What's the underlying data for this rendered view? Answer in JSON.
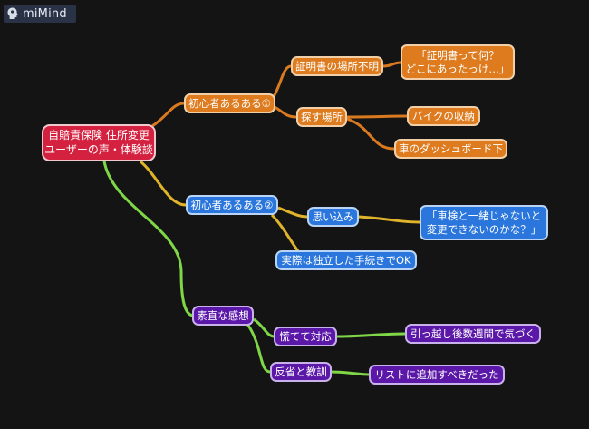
{
  "app": {
    "title": "miMind",
    "logo_icon": "bulb-head-icon"
  },
  "colors": {
    "background": "#141414",
    "root": "#d4213f",
    "branch_orange": "#dd7b1e",
    "branch_blue": "#2a76dc",
    "branch_purple": "#5a17a8",
    "link_orange": "#d97a20",
    "link_yellow": "#e0b42a",
    "link_green": "#7fd646"
  },
  "mindmap": {
    "root": {
      "line1": "自賠責保険 住所変更",
      "line2": "ユーザーの声・体験談"
    },
    "branch1": {
      "label": "初心者あるある①",
      "child1": {
        "label": "証明書の場所不明",
        "quote_line1": "「証明書って何？",
        "quote_line2": "どこにあったっけ…」"
      },
      "child2": {
        "label": "探す場所",
        "leaf1": "バイクの収納",
        "leaf2": "車のダッシュボード下"
      }
    },
    "branch2": {
      "label": "初心者あるある②",
      "child1": {
        "label": "思い込み",
        "quote_line1": "「車検と一緒じゃないと",
        "quote_line2": "変更できないのかな？」"
      },
      "child2": {
        "label": "実際は独立した手続きでOK"
      }
    },
    "branch3": {
      "label": "素直な感想",
      "child1": {
        "label": "慌てて対応",
        "leaf": "引っ越し後数週間で気づく"
      },
      "child2": {
        "label": "反省と教訓",
        "leaf": "リストに追加すべきだった"
      }
    }
  }
}
